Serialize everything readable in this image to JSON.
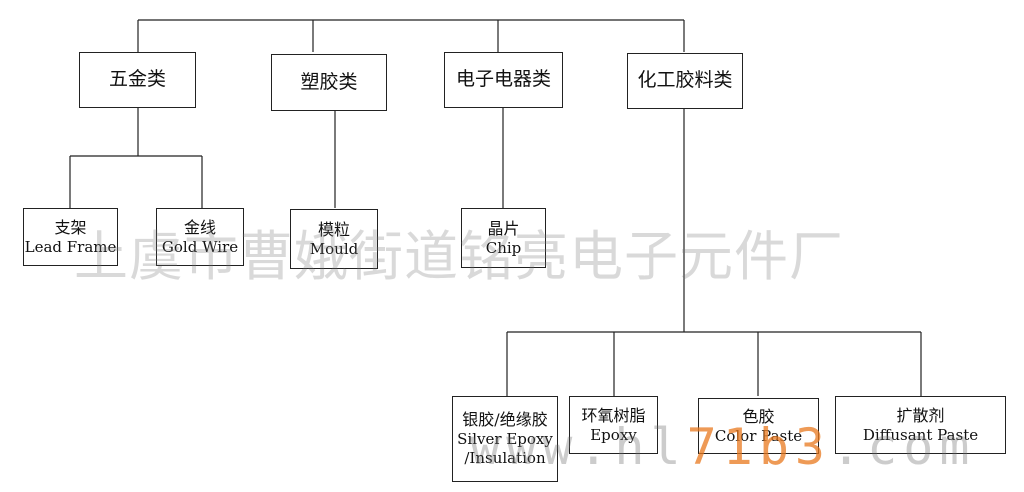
{
  "diagram": {
    "categories": [
      {
        "id": "hardware",
        "label": "五金类",
        "items": [
          {
            "id": "lead-frame",
            "zh": "支架",
            "en": [
              "Lead Frame"
            ]
          },
          {
            "id": "gold-wire",
            "zh": "金线",
            "en": [
              "Gold Wire"
            ]
          }
        ]
      },
      {
        "id": "plastic",
        "label": "塑胶类",
        "items": [
          {
            "id": "mould",
            "zh": "模粒",
            "en": [
              "Mould"
            ]
          }
        ]
      },
      {
        "id": "electronic",
        "label": "电子电器类",
        "items": [
          {
            "id": "chip",
            "zh": "晶片",
            "en": [
              "Chip"
            ]
          }
        ]
      },
      {
        "id": "chemical",
        "label": "化工胶料类",
        "items": [
          {
            "id": "silver-epoxy",
            "zh": "银胶/绝缘胶",
            "en": [
              "Silver Epoxy",
              "/Insulation"
            ]
          },
          {
            "id": "epoxy",
            "zh": "环氧树脂",
            "en": [
              "Epoxy"
            ]
          },
          {
            "id": "color-paste",
            "zh": "色胶",
            "en": [
              "Color Paste"
            ]
          },
          {
            "id": "diffusant-paste",
            "zh": "扩散剂",
            "en": [
              "Diffusant Paste"
            ]
          }
        ]
      }
    ]
  },
  "watermarks": {
    "company": "上虞市曹娥街道铭亮电子元件厂",
    "site_prefix": "www.hl",
    "site_accent": "71b3",
    "site_suffix": ".com"
  },
  "colors": {
    "line": "#222222",
    "watermark_accent": "#e8781e"
  }
}
